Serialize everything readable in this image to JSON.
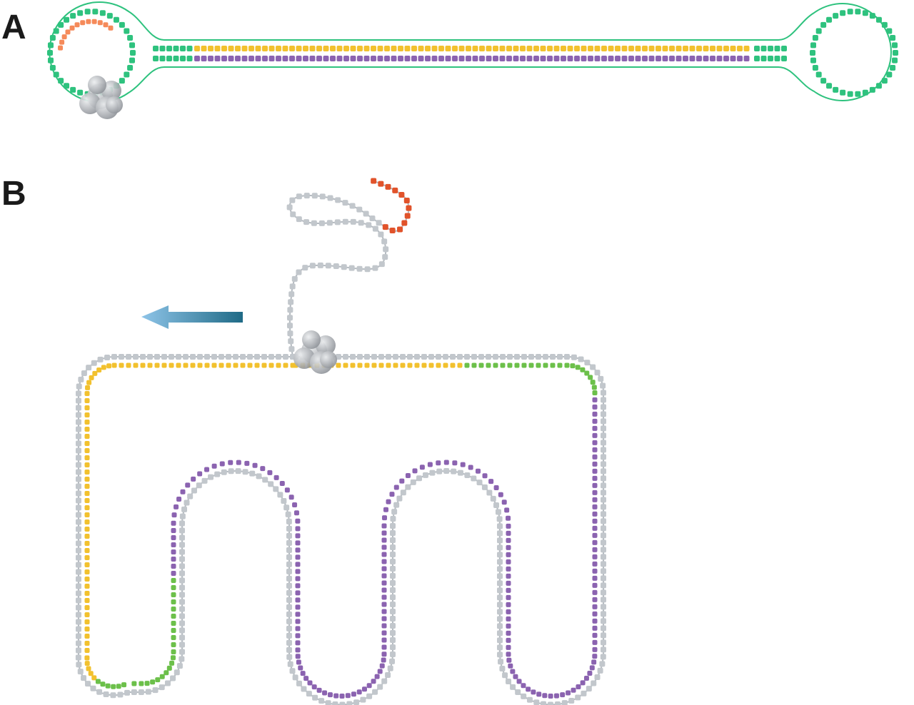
{
  "panels": [
    {
      "id": "A",
      "label": "A"
    },
    {
      "id": "B",
      "label": "B"
    }
  ],
  "colors": {
    "green": "#2ec27e",
    "bright_green": "#6cc04a",
    "yellow": "#f2c12e",
    "purple": "#8b63b0",
    "orange": "#f58a5a",
    "red": "#e1532b",
    "gray": "#c2c7cc",
    "backbone": "#b4bac0",
    "ribosome": "#8e9298",
    "arrow_light": "#8ec4e8",
    "arrow_dark": "#1f6a86"
  },
  "icons": {
    "ribosome": "ribosome-icon",
    "direction_arrow": "arrow-left-icon"
  }
}
